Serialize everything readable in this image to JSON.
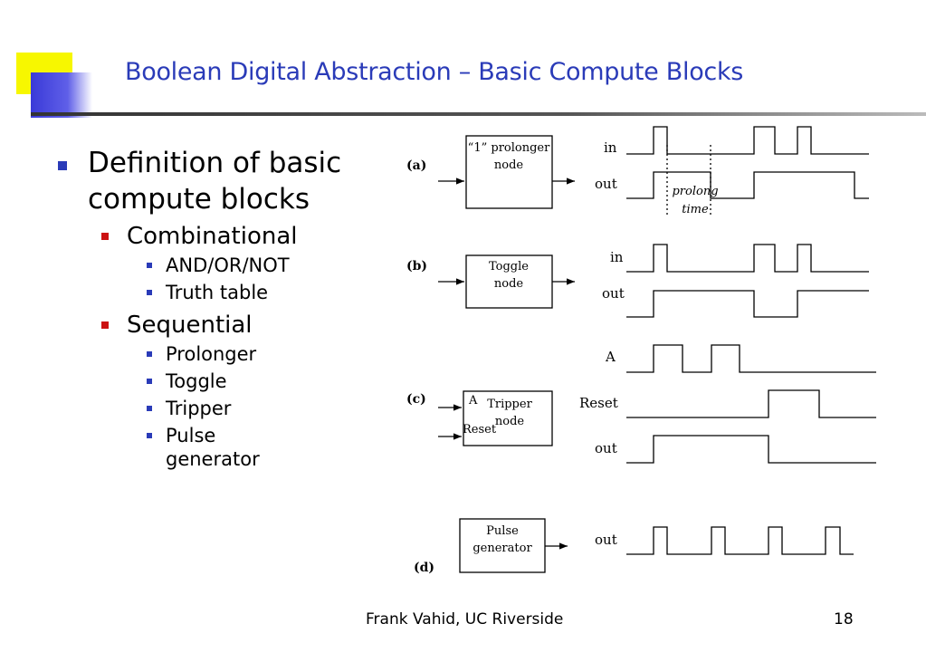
{
  "slide": {
    "title": "Boolean Digital Abstraction – Basic Compute Blocks",
    "bullets": {
      "main": "Definition of basic compute blocks",
      "combinational": "Combinational",
      "comb_items": [
        "AND/OR/NOT",
        "Truth table"
      ],
      "sequential": "Sequential",
      "seq_items": [
        "Prolonger",
        "Toggle",
        "Tripper",
        "Pulse generator"
      ]
    },
    "footer": {
      "author": "Frank Vahid, UC Riverside",
      "page_number": "18"
    },
    "colors": {
      "title": "#2a3bb8",
      "main_bullet": "#2a3bb8",
      "sub_bullet": "#cc1111"
    }
  },
  "diagram": {
    "a": {
      "label": "(a)",
      "box_line1": "“1” prolonger",
      "box_line2": "node",
      "signal_in": "in",
      "signal_out": "out",
      "annotation_line1": "prolong",
      "annotation_line2": "time"
    },
    "b": {
      "label": "(b)",
      "box_line1": "Toggle",
      "box_line2": "node",
      "signal_in": "in",
      "signal_out": "out"
    },
    "c": {
      "label": "(c)",
      "box_line1": "Tripper",
      "box_line2": "node",
      "port_a": "A",
      "port_reset": "Reset",
      "signal_a": "A",
      "signal_reset": "Reset",
      "signal_out": "out"
    },
    "d": {
      "label": "(d)",
      "box_line1": "Pulse",
      "box_line2": "generator",
      "signal_out": "out"
    }
  }
}
